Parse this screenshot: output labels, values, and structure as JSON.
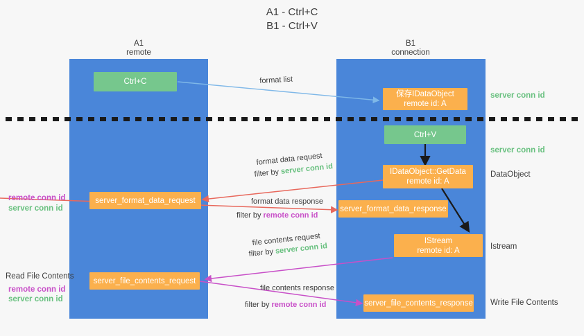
{
  "title": {
    "line1": "A1 - Ctrl+C",
    "line2": "B1 - Ctrl+V"
  },
  "columns": [
    {
      "name": "A1",
      "sub": "remote"
    },
    {
      "name": "B1",
      "sub": "connection"
    }
  ],
  "nodes": {
    "ctrl_c": "Ctrl+C",
    "save_idataobject": "保存IDataObject\nremote id: A",
    "ctrl_v": "Ctrl+V",
    "getdata": "IDataObject::GetData\nremote id: A",
    "server_format_data_request": "server_format_data_request",
    "server_format_data_response": "server_format_data_response",
    "istream": "IStream\nremote id: A",
    "server_file_contents_request": "server_file_contents_request",
    "server_file_contents_response": "server_file_contents_response"
  },
  "right_labels": {
    "server_conn_id_top": "server conn id",
    "server_conn_id_mid": "server conn id",
    "dataobject": "DataObject",
    "istream": "Istream",
    "write_file_contents": "Write File Contents"
  },
  "left_labels": {
    "remote_conn_id_mid": "remote conn id",
    "server_conn_id_mid": "server conn id",
    "read_file_contents": "Read File Contents",
    "remote_conn_id_bottom": "remote conn id",
    "server_conn_id_bottom": "server conn id"
  },
  "edges": {
    "format_list": "format list",
    "format_data_request": "format data request",
    "format_data_request_filter_prefix": "filter by ",
    "format_data_request_filter_key": "server conn id",
    "format_data_response": "format data response",
    "format_data_response_filter_prefix": "filter by ",
    "format_data_response_filter_key": "remote conn id",
    "file_contents_request": "file contents request",
    "file_contents_request_filter_prefix": "filter by ",
    "file_contents_request_filter_key": "server conn id",
    "file_contents_response": "file contents response",
    "file_contents_response_filter_prefix": "filter by ",
    "file_contents_response_filter_key": "remote conn id"
  },
  "colors": {
    "lane": "#4a86d9",
    "green_node": "#76c78d",
    "orange_node": "#fbb04d",
    "server_conn_id": "#68c07f",
    "remote_conn_id": "#c850c8",
    "arrow_blue": "#7fb8e8",
    "arrow_red": "#e8685c",
    "arrow_magenta": "#c850c8",
    "arrow_black": "#1a1a1a",
    "divider": "#1a1a1a",
    "background": "#f7f7f7"
  }
}
